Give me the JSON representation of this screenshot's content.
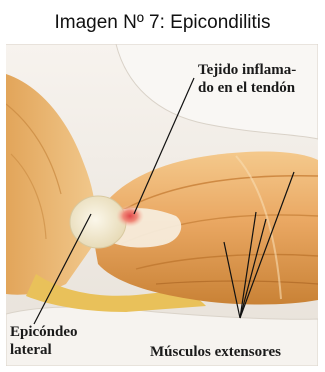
{
  "caption": "Imagen Nº 7: Epicondilitis",
  "labels": {
    "tendon_line1": "Tejido inflama-",
    "tendon_line2": "do en el tendón",
    "epicondyle_line1": "Epicóndeo",
    "epicondyle_line2": "lateral",
    "muscles": "Músculos extensores"
  }
}
